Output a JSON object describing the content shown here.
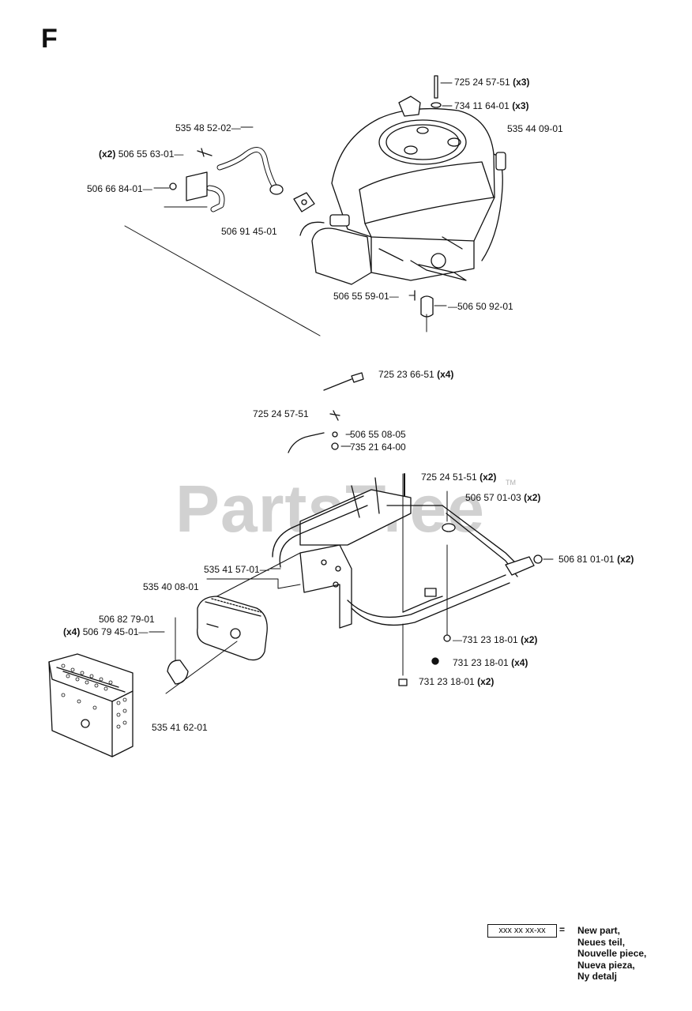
{
  "page_letter": "F",
  "watermark": "PartsTree",
  "watermark_tm": "TM",
  "parts": [
    {
      "id": "p1",
      "number": "725 24 57-51",
      "qty": "(x3)"
    },
    {
      "id": "p2",
      "number": "734 11 64-01",
      "qty": "(x3)"
    },
    {
      "id": "p3",
      "number": "535 48 52-02",
      "qty": ""
    },
    {
      "id": "p4",
      "number": "535 44 09-01",
      "qty": ""
    },
    {
      "id": "p5",
      "number": "506 55 63-01",
      "qty": "(x2)"
    },
    {
      "id": "p6",
      "number": "506 66 84-01",
      "qty": ""
    },
    {
      "id": "p7",
      "number": "506 91 45-01",
      "qty": ""
    },
    {
      "id": "p8",
      "number": "506 55 59-01",
      "qty": ""
    },
    {
      "id": "p9",
      "number": "506 50 92-01",
      "qty": ""
    },
    {
      "id": "p10",
      "number": "725 23 66-51",
      "qty": "(x4)"
    },
    {
      "id": "p11",
      "number": "725 24 57-51",
      "qty": ""
    },
    {
      "id": "p12",
      "number": "506 55 08-05",
      "qty": ""
    },
    {
      "id": "p13",
      "number": "735 21 64-00",
      "qty": ""
    },
    {
      "id": "p14",
      "number": "725 24 51-51",
      "qty": "(x2)"
    },
    {
      "id": "p15",
      "number": "506 57 01-03",
      "qty": "(x2)"
    },
    {
      "id": "p16",
      "number": "535 41 57-01",
      "qty": ""
    },
    {
      "id": "p17",
      "number": "506 81 01-01",
      "qty": "(x2)"
    },
    {
      "id": "p18",
      "number": "535 40 08-01",
      "qty": ""
    },
    {
      "id": "p19",
      "number": "506 82 79-01",
      "qty": ""
    },
    {
      "id": "p20",
      "number": "506 79 45-01",
      "qty": "(x4)"
    },
    {
      "id": "p21",
      "number": "731 23 18-01",
      "qty": "(x2)"
    },
    {
      "id": "p22",
      "number": "731 23 18-01",
      "qty": "(x4)"
    },
    {
      "id": "p23",
      "number": "731 23 18-01",
      "qty": "(x2)"
    },
    {
      "id": "p24",
      "number": "535 41 62-01",
      "qty": ""
    }
  ],
  "legend": {
    "sample": "xxx xx xx-xx",
    "equals": "=",
    "lines": [
      "New part,",
      "Neues teil,",
      "Nouvelle piece,",
      "Nueva pieza,",
      "Ny detalj"
    ]
  }
}
